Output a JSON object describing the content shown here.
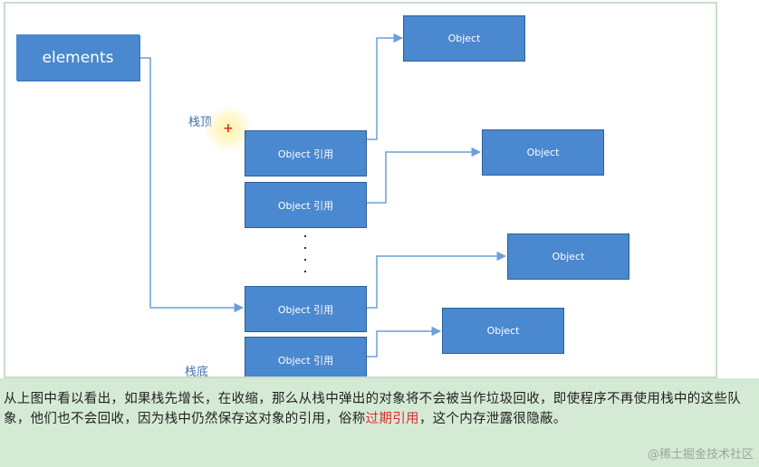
{
  "diagram": {
    "elements_label": "elements",
    "stack_top_label": "栈顶",
    "stack_bottom_label": "栈底",
    "references": [
      "Object 引用",
      "Object 引用",
      "Object 引用",
      "Object 引用"
    ],
    "objects": [
      "Object",
      "Object",
      "Object",
      "Object"
    ],
    "ellipsis_dots": [
      ".",
      ".",
      ".",
      "."
    ]
  },
  "caption": {
    "text_before": "从上图中看以看出，如果栈先增长，在收缩，那么从栈中弹出的对象将不会被当作垃圾回收，即使程序不再使用栈中的这些队象，他们也不会回收，因为栈中仍然保存这对象的引用，俗称",
    "highlight": "过期引用",
    "text_after": "，这个内存泄露很隐蔽。"
  },
  "watermark": "@稀土掘金技术社区",
  "colors": {
    "box_fill": "#4a88cf",
    "arrow": "#6a9fd8",
    "caption_bg": "#d5ead5",
    "highlight_text": "#e0292a"
  }
}
